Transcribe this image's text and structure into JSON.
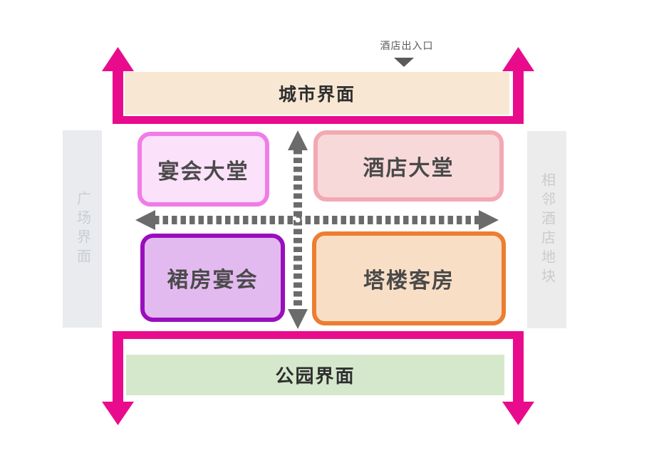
{
  "diagram_title": "hotel-site-zoning-diagram",
  "annotations": {
    "entrance_label": "酒店出入口"
  },
  "edges": {
    "top": {
      "label": "城市界面"
    },
    "bottom": {
      "label": "公园界面"
    },
    "left": {
      "label": "广场界面"
    },
    "right": {
      "label": "相邻酒店地块"
    }
  },
  "zones": [
    {
      "id": "banquet-lobby",
      "label": "宴会大堂"
    },
    {
      "id": "hotel-lobby",
      "label": "酒店大堂"
    },
    {
      "id": "podium-banquet",
      "label": "裙房宴会"
    },
    {
      "id": "tower-rooms",
      "label": "塔楼客房"
    }
  ],
  "colors": {
    "magenta": "#E80C8C",
    "dash_gray": "#6B6B6B",
    "marker_gray": "#5A5A5A",
    "city_bar_bg": "#F7E7D3",
    "park_bar_bg": "#D5E8CC",
    "side_bar_bg": "#EBEBEE",
    "banquet_lobby_border": "#F07CE8",
    "banquet_lobby_fill": "#FCE1FA",
    "hotel_lobby_border": "#F2A9B2",
    "hotel_lobby_fill": "#F8D9DA",
    "podium_banquet_border": "#9A0EBD",
    "podium_banquet_fill": "#E3BAF0",
    "tower_rooms_border": "#ED7D31",
    "tower_rooms_fill": "#F9DEC6",
    "intersection_dot": "#FFFFFF"
  }
}
